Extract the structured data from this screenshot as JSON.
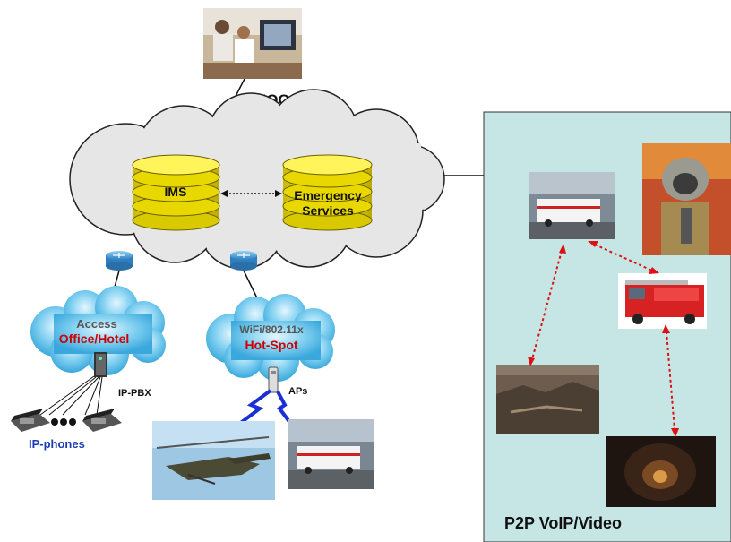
{
  "labels": {
    "noc": "NOC",
    "ims": "IMS",
    "emergency_line1": "Emergency",
    "emergency_line2": "Services",
    "access": "Access",
    "office_hotel": "Office/Hotel",
    "ip_pbx": "IP-PBX",
    "ip_phones": "IP-phones",
    "wifi": "WiFi/802.11x",
    "hotspot": "Hot-Spot",
    "aps": "APs",
    "p2p": "P2P VoIP/Video"
  },
  "colors": {
    "cloud_fill": "#e6e6e6",
    "cloud_stroke": "#222222",
    "database_fill": "#f2e600",
    "small_cloud_fill": "#4fb7e6",
    "office_text": "#cc0000",
    "phones_text": "#1a3cb4",
    "panel_fill": "#c6e6e6",
    "dotted_link": "#dd1111",
    "wireless_bolt": "#1a2fd6"
  }
}
